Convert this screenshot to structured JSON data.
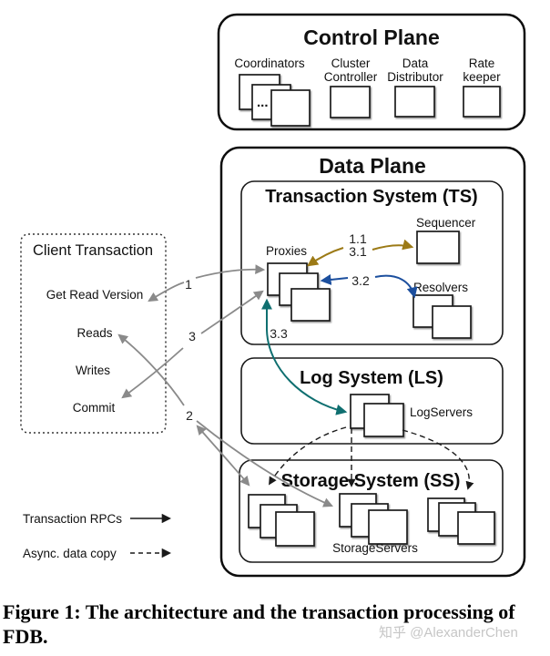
{
  "colors": {
    "crimson": "#B0183C",
    "green": "#4E9E44",
    "olive": "#9C7A16",
    "blue": "#1C4F9E",
    "teal": "#0F6F70",
    "gray": "#8a8a8a",
    "black": "#1a1a1a",
    "watermark_gray": "#c6c6c6"
  },
  "control_plane": {
    "title": "Control Plane",
    "coordinators_label": "Coordinators",
    "coordinators_ellipsis": "...",
    "cluster_controller_line1": "Cluster",
    "cluster_controller_line2": "Controller",
    "data_distributor_line1": "Data",
    "data_distributor_line2": "Distributor",
    "rate_keeper_line1": "Rate",
    "rate_keeper_line2": "keeper"
  },
  "data_plane": {
    "title": "Data Plane",
    "transaction_system": {
      "title": "Transaction System (TS)",
      "sequencer_label": "Sequencer",
      "proxies_label": "Proxies",
      "resolvers_label": "Resolvers"
    },
    "log_system": {
      "title": "Log System (LS)",
      "logservers_label": "LogServers"
    },
    "storage_system": {
      "title": "Storage System (SS)",
      "storageservers_label": "StorageServers"
    }
  },
  "client_transaction": {
    "title": "Client Transaction",
    "steps": [
      "Get Read Version",
      "Reads",
      "Writes",
      "Commit"
    ]
  },
  "arrows": {
    "n1": "1",
    "n2": "2",
    "n3": "3",
    "n11": "1.1",
    "n31": "3.1",
    "n32": "3.2",
    "n33": "3.3"
  },
  "legend": {
    "rpc_label": "Transaction RPCs",
    "async_label": "Async. data copy"
  },
  "caption": {
    "line1": "Figure 1: The architecture and the transaction processing of",
    "line2": "FDB."
  },
  "watermark": "知乎 @AlexanderChen"
}
